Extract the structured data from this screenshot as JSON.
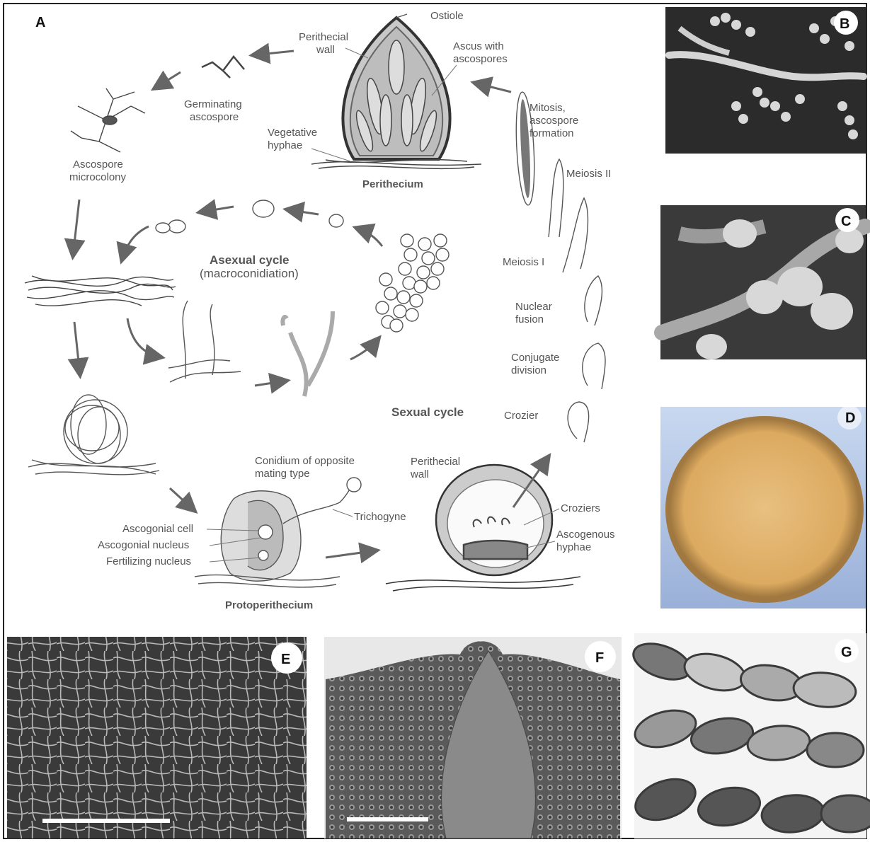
{
  "panel_letters": {
    "a": "A",
    "b": "B",
    "c": "C",
    "d": "D",
    "e": "E",
    "f": "F",
    "g": "G"
  },
  "labels": {
    "ostiole": "Ostiole",
    "perithecial_wall_1a": "Perithecial",
    "perithecial_wall_1b": "wall",
    "ascus_a": "Ascus with",
    "ascus_b": "ascospores",
    "germinating_a": "Germinating",
    "germinating_b": "ascospore",
    "vegetative_a": "Vegetative",
    "vegetative_b": "hyphae",
    "perithecium": "Perithecium",
    "mitosis_a": "Mitosis,",
    "mitosis_b": "ascospore",
    "mitosis_c": "formation",
    "meiosis_ii": "Meiosis II",
    "microcolony_a": "Ascospore",
    "microcolony_b": "microcolony",
    "asexual_a": "Asexual cycle",
    "asexual_b": "(macroconidiation)",
    "meiosis_i": "Meiosis I",
    "nuclear_a": "Nuclear",
    "nuclear_b": "fusion",
    "conjugate_a": "Conjugate",
    "conjugate_b": "division",
    "sexual": "Sexual cycle",
    "crozier": "Crozier",
    "conidium_a": "Conidium of opposite",
    "conidium_b": "mating type",
    "perithecial_wall_2a": "Perithecial",
    "perithecial_wall_2b": "wall",
    "trichogyne": "Trichogyne",
    "croziers": "Croziers",
    "ascogenous_a": "Ascogenous",
    "ascogenous_b": "hyphae",
    "ascogonial_cell": "Ascogonial cell",
    "ascogonial_nucleus": "Ascogonial nucleus",
    "fertilizing_nucleus": "Fertilizing nucleus",
    "protoperithecium": "Protoperithecium"
  },
  "colors": {
    "line": "#555555",
    "photo_dark": "#2a2a2a",
    "photo_mid": "#6b6b6b",
    "plate": "#e0b070"
  }
}
